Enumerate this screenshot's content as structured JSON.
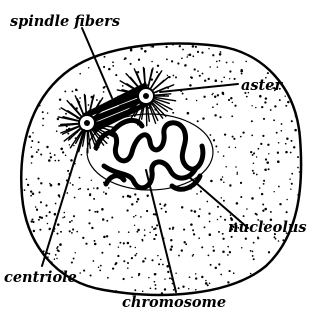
{
  "labels": {
    "spindle_fibers": "spindle fibers",
    "aster": "aster",
    "nucleolus": "nucleolus",
    "centriole": "centriole",
    "chromosome": "chromosome"
  },
  "colors": {
    "ink": "#000000",
    "background": "#ffffff"
  }
}
